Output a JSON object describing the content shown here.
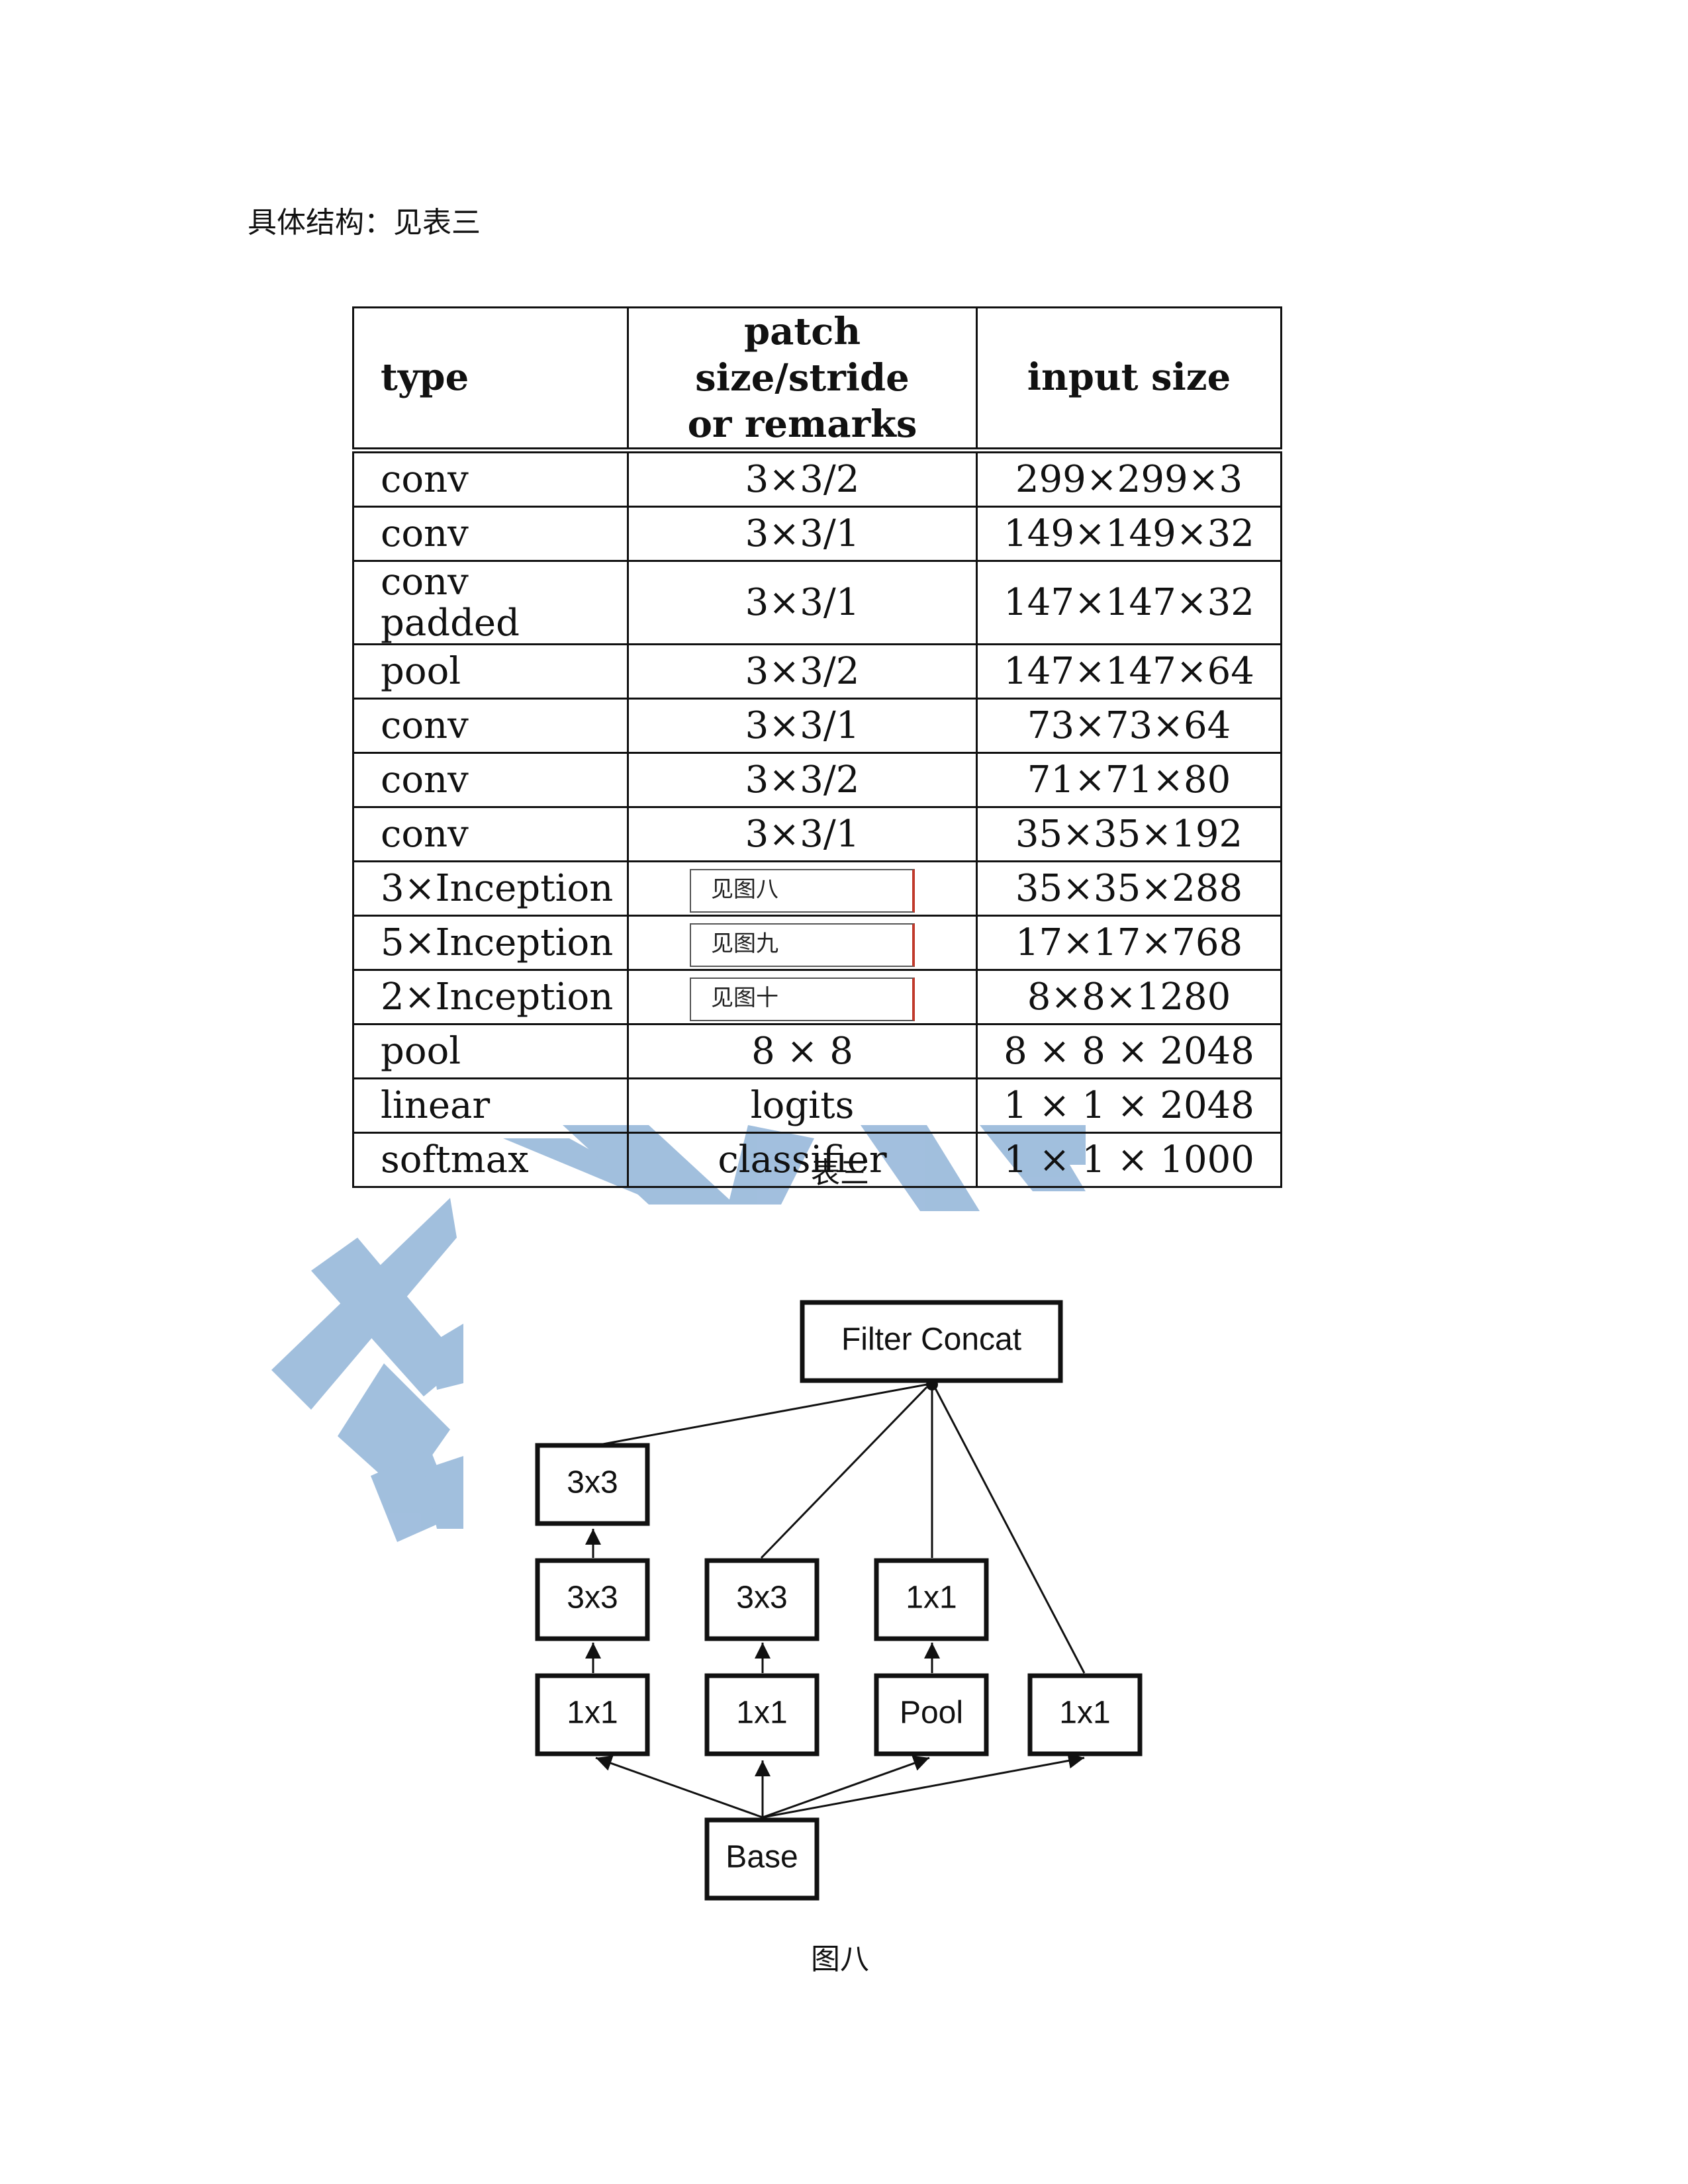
{
  "intro_text": "具体结构：见表三",
  "table": {
    "headers": {
      "type": "type",
      "patch_line1": "patch size/stride",
      "patch_line2": "or remarks",
      "size": "input size"
    },
    "rows": [
      {
        "type": "conv",
        "patch": "3×3/2",
        "size": "299×299×3"
      },
      {
        "type": "conv",
        "patch": "3×3/1",
        "size": "149×149×32"
      },
      {
        "type": "conv padded",
        "patch": "3×3/1",
        "size": "147×147×32"
      },
      {
        "type": "pool",
        "patch": "3×3/2",
        "size": "147×147×64"
      },
      {
        "type": "conv",
        "patch": "3×3/1",
        "size": "73×73×64"
      },
      {
        "type": "conv",
        "patch": "3×3/2",
        "size": "71×71×80"
      },
      {
        "type": "conv",
        "patch": "3×3/1",
        "size": "35×35×192"
      },
      {
        "type": "3×Inception",
        "note": "见图八",
        "size": "35×35×288"
      },
      {
        "type": "5×Inception",
        "note": "见图九",
        "size": "17×17×768"
      },
      {
        "type": "2×Inception",
        "note": "见图十",
        "size": "8×8×1280"
      },
      {
        "type": "pool",
        "patch": "8 × 8",
        "size": "8 × 8 × 2048"
      },
      {
        "type": "linear",
        "patch": "logits",
        "size": "1 × 1 × 2048"
      },
      {
        "type": "softmax",
        "patch": "classifier",
        "size": "1 × 1 × 1000"
      }
    ],
    "caption": "表三"
  },
  "figure": {
    "nodes": {
      "filter_concat": "Filter Concat",
      "b1_top": "3x3",
      "b1_mid": "3x3",
      "b1_bot": "1x1",
      "b2_mid": "3x3",
      "b2_bot": "1x1",
      "b3_mid": "1x1",
      "b3_bot": "Pool",
      "b4_bot": "1x1",
      "base": "Base"
    },
    "caption": "图八"
  },
  "watermark_color": "#9dbcdc"
}
